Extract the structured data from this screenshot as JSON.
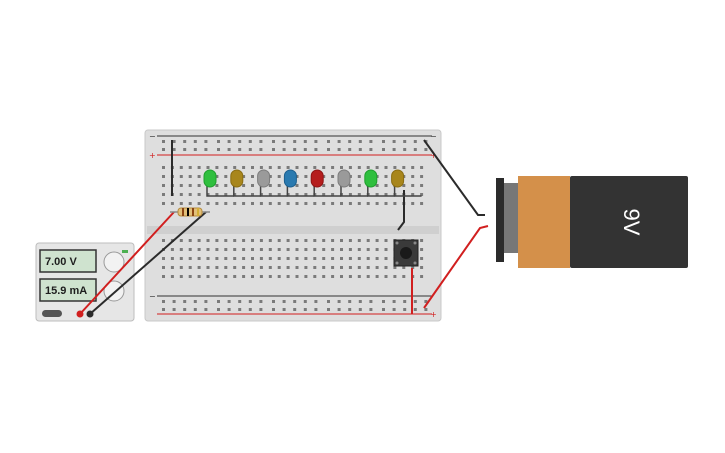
{
  "power_supply": {
    "voltage_display": "7.00 V",
    "current_display": "15.9 mA"
  },
  "battery": {
    "label": "9V",
    "neg_symbol": "−",
    "pos_symbol": "+"
  },
  "breadboard": {
    "rail_minus": "−",
    "rail_plus": "+"
  },
  "leds": [
    {
      "color": "#1f9e2d",
      "body": "#2fbf3e"
    },
    {
      "color": "#8a6d12",
      "body": "#a8861c"
    },
    {
      "color": "#7c7c7c",
      "body": "#9a9a9a"
    },
    {
      "color": "#1d5f8e",
      "body": "#2a7ab0"
    },
    {
      "color": "#8e1414",
      "body": "#b51d1d"
    },
    {
      "color": "#7c7c7c",
      "body": "#9a9a9a"
    },
    {
      "color": "#1f9e2d",
      "body": "#2fbf3e"
    },
    {
      "color": "#8a6d12",
      "body": "#a8861c"
    }
  ],
  "colors": {
    "wire_red": "#d11f1f",
    "wire_black": "#2b2b2b",
    "battery_orange": "#d4904a",
    "battery_black": "#333333"
  }
}
